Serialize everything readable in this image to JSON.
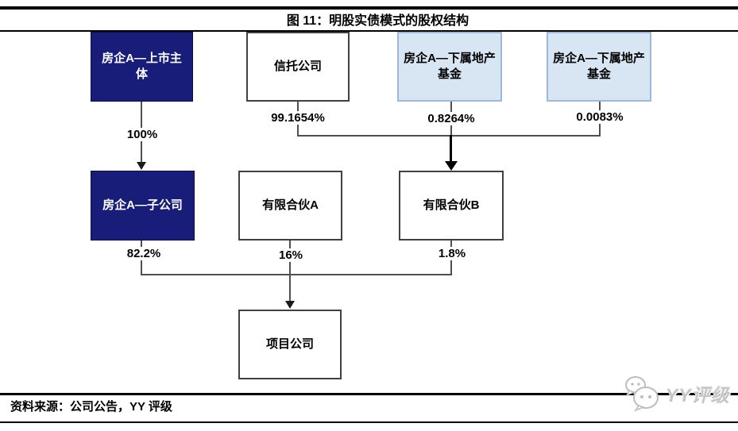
{
  "figure": {
    "title": "图 11：明股实债模式的股权结构"
  },
  "colors": {
    "navy_box": "#171d78",
    "light_blue_box_fill": "#d8e5f2",
    "light_blue_box_border": "#9db9da",
    "white_box_border": "#404040",
    "connector_line": "#4f4f4f",
    "rule_line": "#000000",
    "logo_gray": "#c6c6c6"
  },
  "diagram": {
    "nodes": {
      "parent_listed": {
        "label": "房企A—上市主体"
      },
      "trust": {
        "label": "信托公司"
      },
      "fund_left": {
        "label": "房企A—下属地产基金"
      },
      "fund_right": {
        "label": "房企A—下属地产基金"
      },
      "subsidiary": {
        "label": "房企A—子公司"
      },
      "lp_a": {
        "label": "有限合伙A"
      },
      "lp_b": {
        "label": "有限合伙B"
      },
      "project": {
        "label": "项目公司"
      }
    },
    "edge_labels": {
      "parent_to_subsidiary": "100%",
      "trust_to_lp_b": "99.1654%",
      "fund_left_to_lp_b": "0.8264%",
      "fund_right_to_lp_b": "0.0083%",
      "subsidiary_to_project": "82.2%",
      "lp_a_to_project": "16%",
      "lp_b_to_project": "1.8%"
    }
  },
  "footer": {
    "source": "资料来源：公司公告，YY 评级",
    "logo_text": "YY评级"
  }
}
